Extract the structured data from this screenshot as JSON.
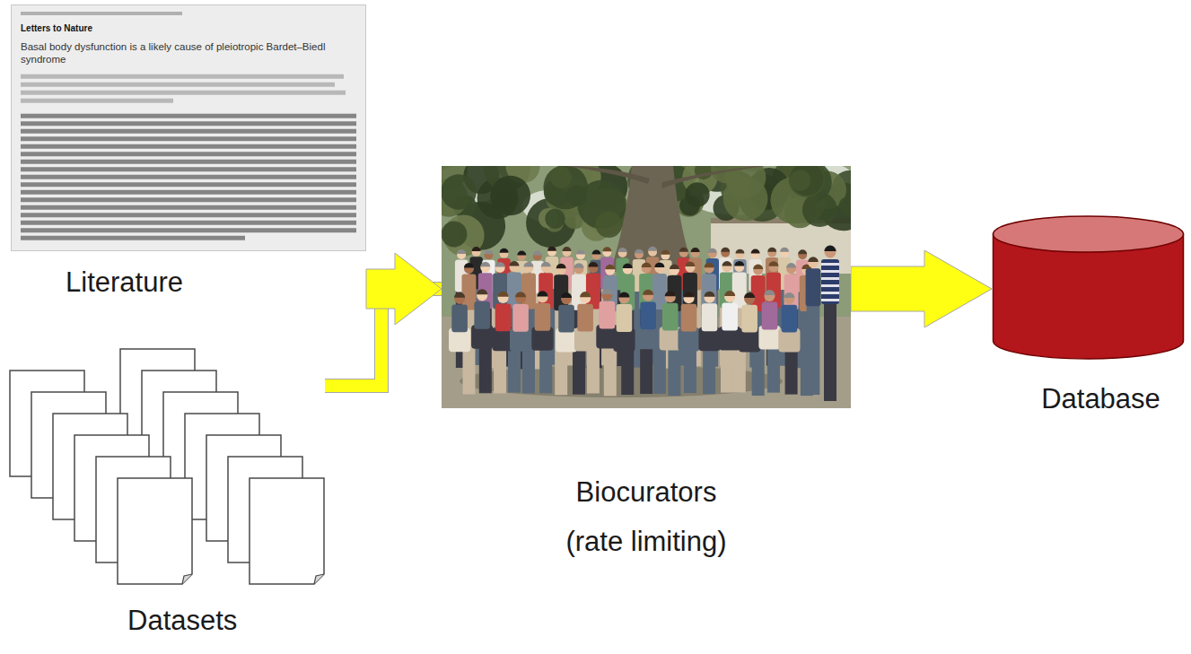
{
  "diagram": {
    "nodes": [
      {
        "text": [
          "Letters to Nature",
          "Basal body dysfunction is a likely cause of pleiotropic Bardet–Biedl syndrome",
          "Literature"
        ]
      },
      {
        "text": [
          "Datasets"
        ]
      },
      {
        "text": [
          "Biocurators (rate limiting)"
        ]
      },
      {
        "text": [
          "Database"
        ]
      }
    ],
    "edges": [
      {
        "from": 0,
        "to": 2,
        "arrow": "to"
      },
      {
        "from": 1,
        "to": 2,
        "arrow": "to"
      },
      {
        "from": 2,
        "to": 3,
        "arrow": "to"
      }
    ]
  }
}
